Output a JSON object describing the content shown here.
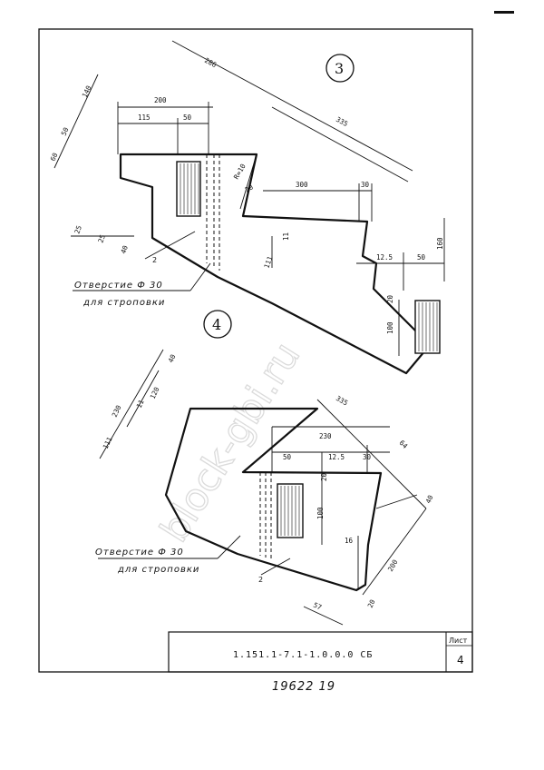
{
  "sheet": {
    "view3_number": "3",
    "view4_number": "4",
    "watermark": "block-gbi.ru",
    "bottom_number": "19622 19"
  },
  "title_block": {
    "designation": "1.151.1-7.1-1.0.0.0 СБ",
    "sheet_label": "Лист",
    "sheet_number": "4"
  },
  "view3": {
    "dims": {
      "d140": "140",
      "d50": "50",
      "d200": "200",
      "d115": "115",
      "d50b": "50",
      "d286": "286",
      "d335": "335",
      "d60": "60",
      "dr10": "R=10",
      "d300": "300",
      "d30": "30",
      "d160": "160",
      "d125": "12.5",
      "d50c": "50",
      "d11a": "11",
      "d111": "111",
      "d20": "20",
      "d100": "100",
      "d25a": "25",
      "d25b": "25",
      "d40": "40",
      "d20b": "20"
    },
    "leader_2": "2",
    "hole_note_line1": "Отверстие Ф 30",
    "hole_note_line2": "для строповки"
  },
  "view4": {
    "dims": {
      "d230": "230",
      "d120": "120",
      "d11": "11",
      "d40": "40",
      "d111": "111",
      "d335": "335",
      "d230b": "230",
      "d64": "64",
      "d50": "50",
      "d125": "12.5",
      "d30": "30",
      "d20": "20",
      "d100": "100",
      "d16": "16",
      "d200": "200",
      "d57": "57",
      "d20b": "20",
      "d40b": "40"
    },
    "leader_2": "2",
    "hole_note_line1": "Отверстие Ф 30",
    "hole_note_line2": "для строповки"
  }
}
